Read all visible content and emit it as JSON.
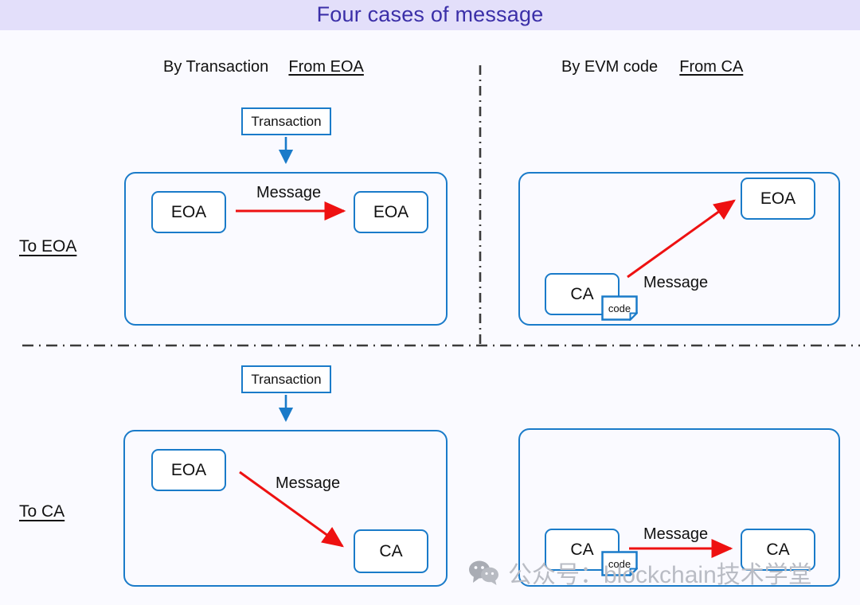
{
  "title": "Four cases of message",
  "headers": {
    "columns": [
      {
        "method": "By Transaction",
        "source": "From EOA"
      },
      {
        "method": "By EVM code",
        "source": "From CA"
      }
    ],
    "rows": [
      {
        "label": "To EOA"
      },
      {
        "label": "To CA"
      }
    ]
  },
  "labels": {
    "transaction": "Transaction",
    "message": "Message",
    "eoa": "EOA",
    "ca": "CA",
    "code": "code"
  },
  "quadrants": [
    {
      "id": "top-left",
      "column": "By Transaction / From EOA",
      "row": "To EOA",
      "has_transaction": true,
      "transaction_label": "Transaction",
      "source_node": "EOA",
      "source_has_code": false,
      "target_node": "EOA",
      "target_has_code": false,
      "arrow_label": "Message",
      "arrow_direction": "horizontal-right"
    },
    {
      "id": "top-right",
      "column": "By EVM code / From CA",
      "row": "To EOA",
      "has_transaction": false,
      "transaction_label": "",
      "source_node": "CA",
      "source_has_code": true,
      "target_node": "EOA",
      "target_has_code": false,
      "arrow_label": "Message",
      "arrow_direction": "diagonal-up-right"
    },
    {
      "id": "bottom-left",
      "column": "By Transaction / From EOA",
      "row": "To CA",
      "has_transaction": true,
      "transaction_label": "Transaction",
      "source_node": "EOA",
      "source_has_code": false,
      "target_node": "CA",
      "target_has_code": false,
      "arrow_label": "Message",
      "arrow_direction": "diagonal-down-right"
    },
    {
      "id": "bottom-right",
      "column": "By EVM code / From CA",
      "row": "To CA",
      "has_transaction": false,
      "transaction_label": "",
      "source_node": "CA",
      "source_has_code": true,
      "target_node": "CA",
      "target_has_code": false,
      "arrow_label": "Message",
      "arrow_direction": "horizontal-right"
    }
  ],
  "watermark": {
    "icon": "wechat-icon",
    "text": "公众号：blockchain技术学堂"
  },
  "colors": {
    "banner_bg": "#e3dffa",
    "title_text": "#3b2fa8",
    "box_border": "#1a7bc9",
    "message_arrow": "#ee1111",
    "transaction_arrow": "#1a7bc9",
    "divider": "#3b3b3b",
    "page_bg": "#fafaff",
    "watermark_text": "#b9bcc4"
  }
}
